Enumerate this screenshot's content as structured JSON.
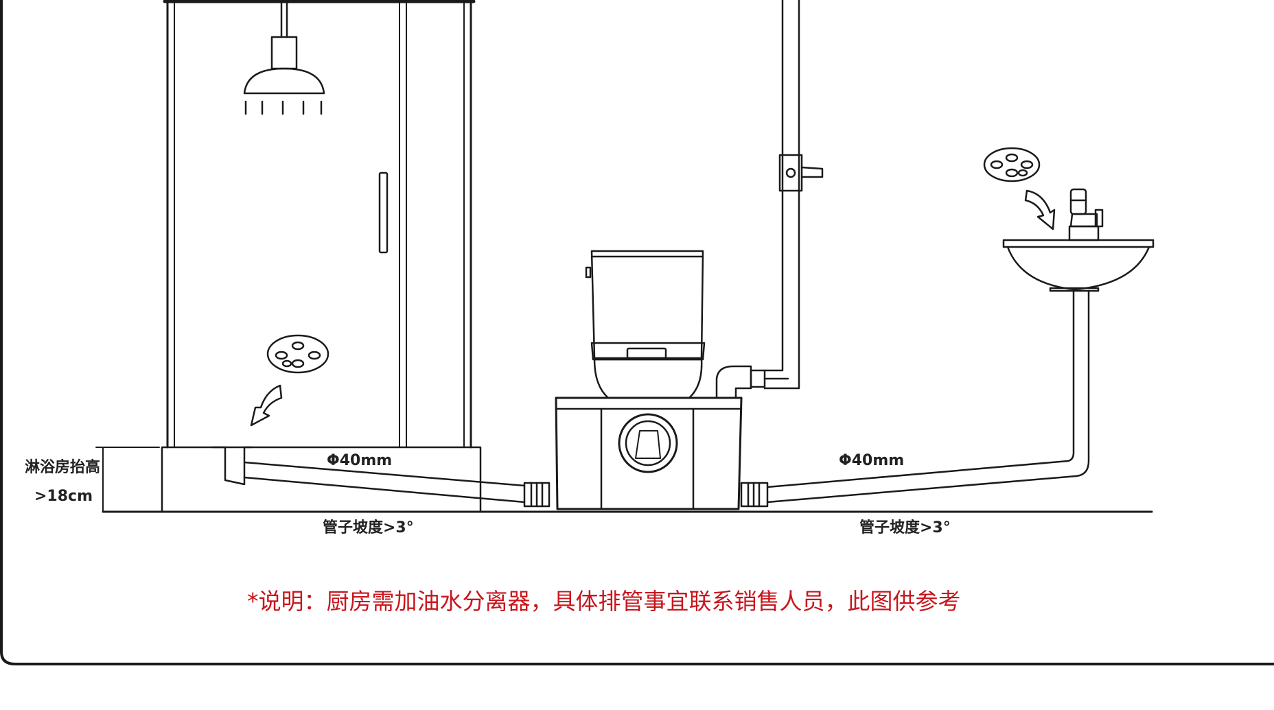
{
  "labels": {
    "shower_raise_line1": "淋浴房抬高",
    "shower_raise_line2": ">18cm",
    "pipe_diameter_left": "Φ40mm",
    "pipe_diameter_right": "Φ40mm",
    "slope_left": "管子坡度>3°",
    "slope_right": "管子坡度>3°"
  },
  "note": "*说明：厨房需加油水分离器，具体排管事宜联系销售人员，此图供参考",
  "colors": {
    "line": "#1a1a1a",
    "note_text": "#c8161d",
    "background": "#ffffff"
  }
}
